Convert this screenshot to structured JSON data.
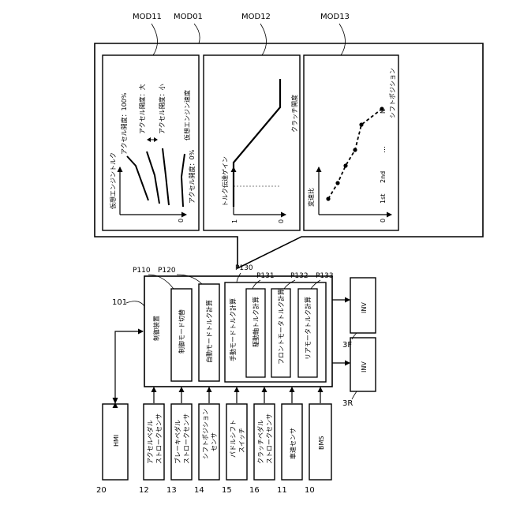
{
  "refs": {
    "mod01": "MOD01",
    "mod11": "MOD11",
    "mod12": "MOD12",
    "mod13": "MOD13",
    "p110": "P110",
    "p120": "P120",
    "p130": "P130",
    "p131": "P131",
    "p132": "P132",
    "p133": "P133",
    "r101": "101",
    "r3f": "3F",
    "r3r": "3R",
    "r20": "20",
    "r12": "12",
    "r13": "13",
    "r14": "14",
    "r15": "15",
    "r16": "16",
    "r11": "11",
    "r10": "10"
  },
  "controller": {
    "title": "制御装置",
    "mode_switch": "制御モード切替",
    "auto_torque": "自動モードトルク計算",
    "manual_torque": "手動モードトルク計算",
    "drive_shaft": "駆動軸トルク計算",
    "front_motor": "フロントモータトルク計算",
    "rear_motor": "リアモータトルク計算"
  },
  "inverters": {
    "front": "INV",
    "rear": "INV"
  },
  "inputs": {
    "hmi": "HMI",
    "accel": [
      "アクセルペダル",
      "ストロークセンサ"
    ],
    "brake": [
      "ブレーキペダル",
      "ストロークセンサ"
    ],
    "shift": [
      "シフトポジション",
      "センサ"
    ],
    "paddle": [
      "パドルシフト",
      "スイッチ"
    ],
    "clutch": [
      "クラッチペダル",
      "ストロークセンサ"
    ],
    "speed": "車速センサ",
    "bms": "BMS"
  },
  "graph1": {
    "ylabel": "仮想エンジントルク",
    "xlabel": "仮想エンジン速度",
    "zero": "0",
    "accel100": "アクセル開度：100%",
    "accel_large": "アクセル開度：大",
    "accel_small": "アクセル開度：小",
    "accel0": "アクセル開度：0%"
  },
  "graph2": {
    "ylabel": "トルク伝達ゲイン",
    "xlabel": "クラッチ開度",
    "one": "1",
    "zero_y": "0",
    "zero_x": "0"
  },
  "graph3": {
    "ylabel": "変速比",
    "xlabel": "シフトポジション",
    "zero": "0",
    "ticks": [
      "1st",
      "2nd",
      "…",
      "N"
    ]
  }
}
